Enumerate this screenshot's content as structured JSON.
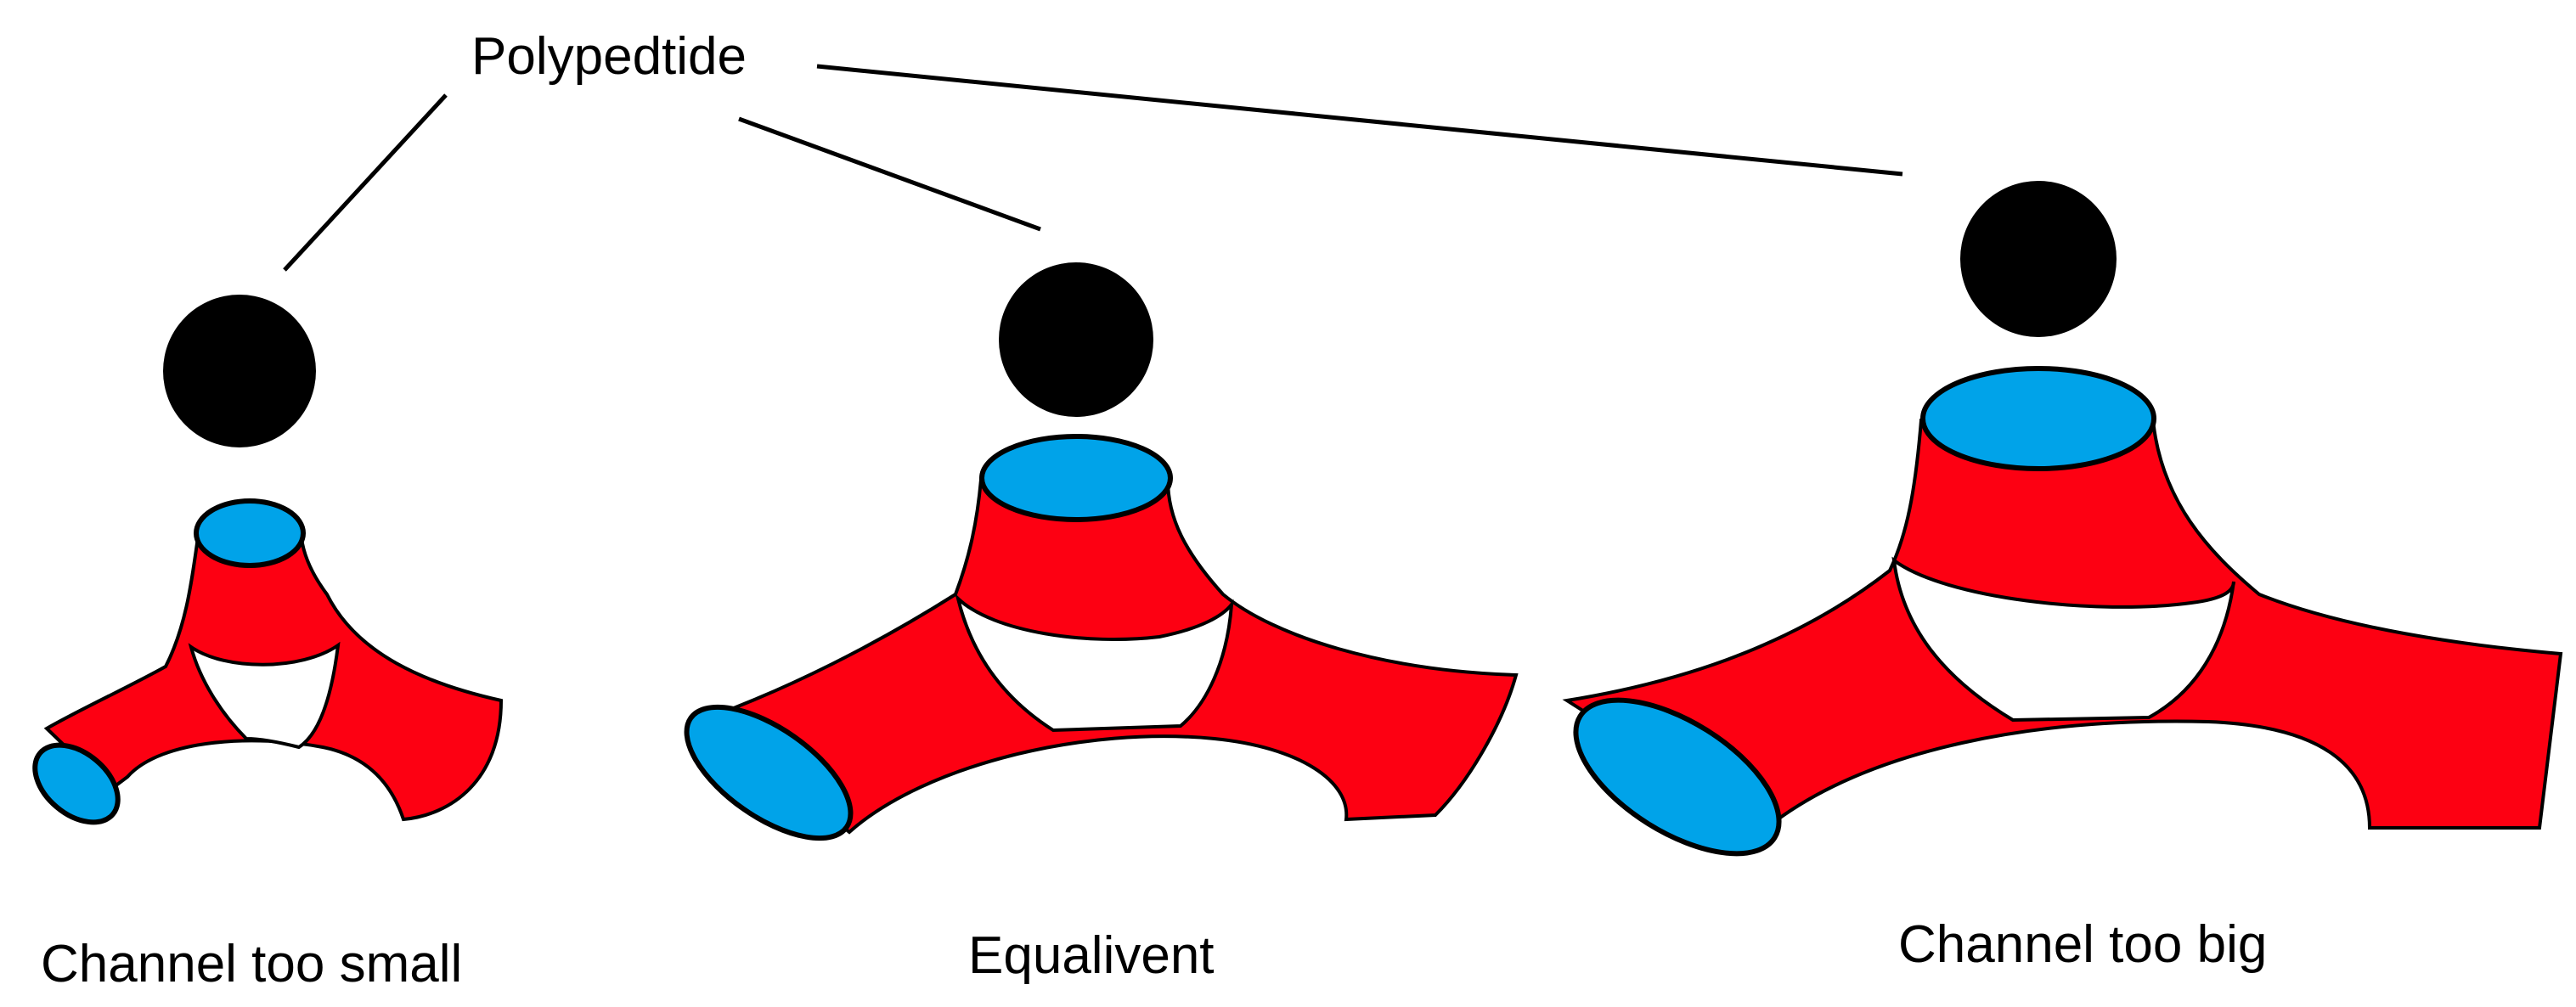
{
  "labels": {
    "pointer": "Polypedtide",
    "captions": [
      "Channel too small",
      "Equalivent",
      "Channel too big"
    ]
  },
  "colors": {
    "channel_body": "#fd0012",
    "channel_opening": "#00a3e9",
    "polypeptide": "#000000",
    "channel_gap": "#ffffff",
    "outline": "#000000",
    "background": "#ffffff"
  }
}
